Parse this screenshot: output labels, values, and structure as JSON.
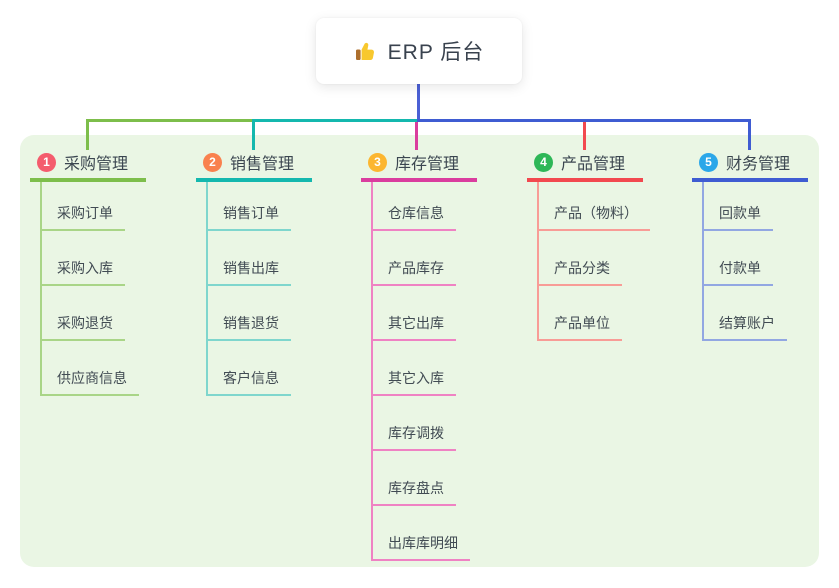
{
  "root": {
    "icon": "thumbs-up",
    "label": "ERP 后台"
  },
  "canvas": {
    "background": "#ffffff",
    "panel_background": "#eaf6e4",
    "root_connector_color": "#4b60d5",
    "title_text_color": "#3b4650",
    "child_text_color": "#414b53"
  },
  "branches": [
    {
      "index": "1",
      "label": "采购管理",
      "badge_color": "#f45c6d",
      "line_color": "#7dbe4b",
      "child_line_color": "#a9d587",
      "children": [
        "采购订单",
        "采购入库",
        "采购退货",
        "供应商信息"
      ]
    },
    {
      "index": "2",
      "label": "销售管理",
      "badge_color": "#f9814e",
      "line_color": "#14b8ae",
      "child_line_color": "#7fd6cd",
      "children": [
        "销售订单",
        "销售出库",
        "销售退货",
        "客户信息"
      ]
    },
    {
      "index": "3",
      "label": "库存管理",
      "badge_color": "#fcb62f",
      "line_color": "#da3d9e",
      "child_line_color": "#ef82c3",
      "children": [
        "仓库信息",
        "产品库存",
        "其它出库",
        "其它入库",
        "库存调拨",
        "库存盘点",
        "出库库明细"
      ]
    },
    {
      "index": "4",
      "label": "产品管理",
      "badge_color": "#2eb757",
      "line_color": "#f2494f",
      "child_line_color": "#f89c96",
      "children": [
        "产品（物料）",
        "产品分类",
        "产品单位"
      ]
    },
    {
      "index": "5",
      "label": "财务管理",
      "badge_color": "#2ba7e9",
      "line_color": "#3f5cd2",
      "child_line_color": "#92a7e2",
      "children": [
        "回款单",
        "付款单",
        "结算账户"
      ]
    }
  ]
}
